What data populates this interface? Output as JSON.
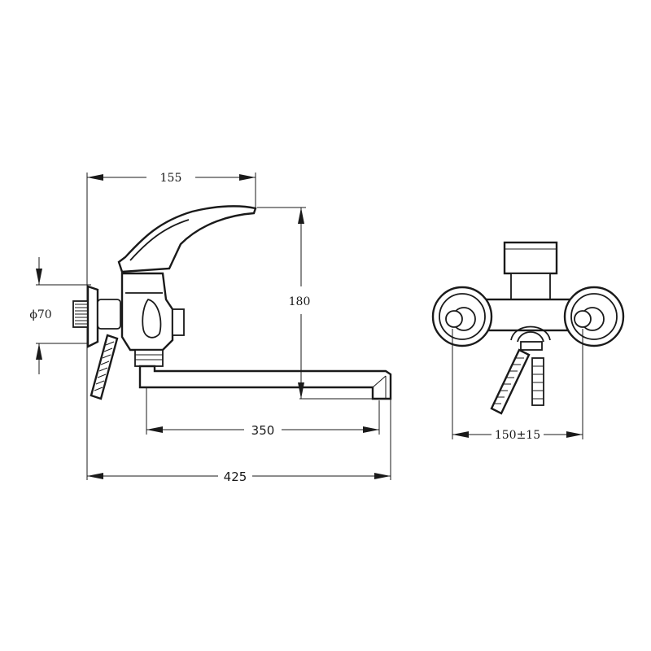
{
  "dimensions": {
    "handle_reach": "155",
    "height": "180",
    "flange_diameter": "ϕ70",
    "spout_length": "350",
    "overall_length": "425",
    "center_distance": "150±15"
  }
}
